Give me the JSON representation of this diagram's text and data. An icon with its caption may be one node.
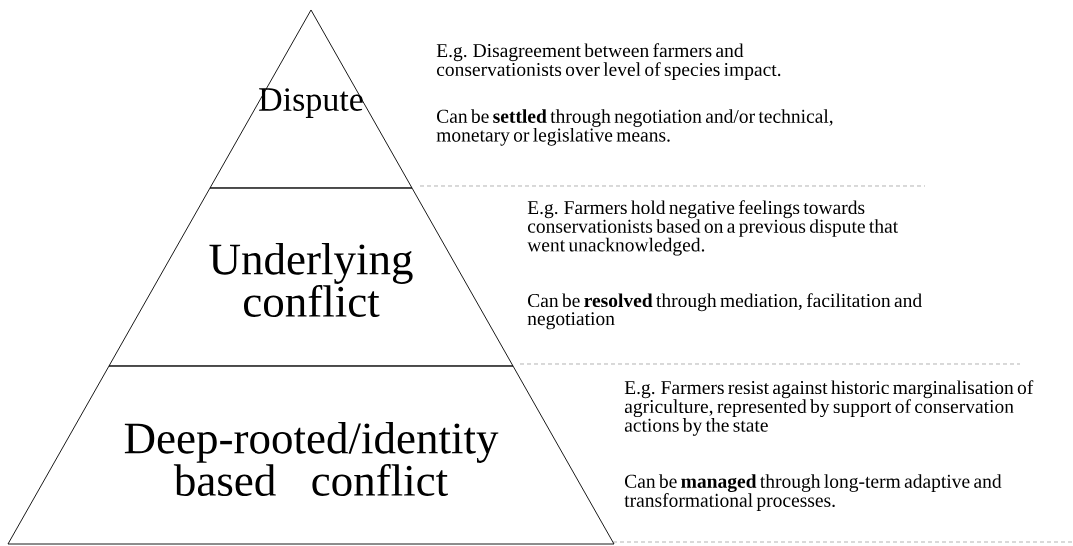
{
  "diagram": {
    "nodes": [
      {
        "text": [
          "Dispute"
        ],
        "beside": [
          "E.g. Disagreement between farmers and conservationists over level of species impact.",
          "Can be **settled** through negotiation and/or technical, monetary or legislative means."
        ]
      },
      {
        "text": [
          "Underlying conflict"
        ],
        "beside": [
          "E.g. Farmers hold negative feelings towards conservationists based on a previous dispute that went unacknowledged.",
          "Can be **resolved** through mediation, facilitation and negotiation"
        ]
      },
      {
        "text": [
          "Deep-rooted/identity based conflict"
        ],
        "beside": [
          "E.g. Farmers resist against historic marginalisation of agriculture, represented by support of conservation actions by the state",
          "Can be **managed** through long-term adaptive and transformational processes."
        ]
      }
    ]
  }
}
